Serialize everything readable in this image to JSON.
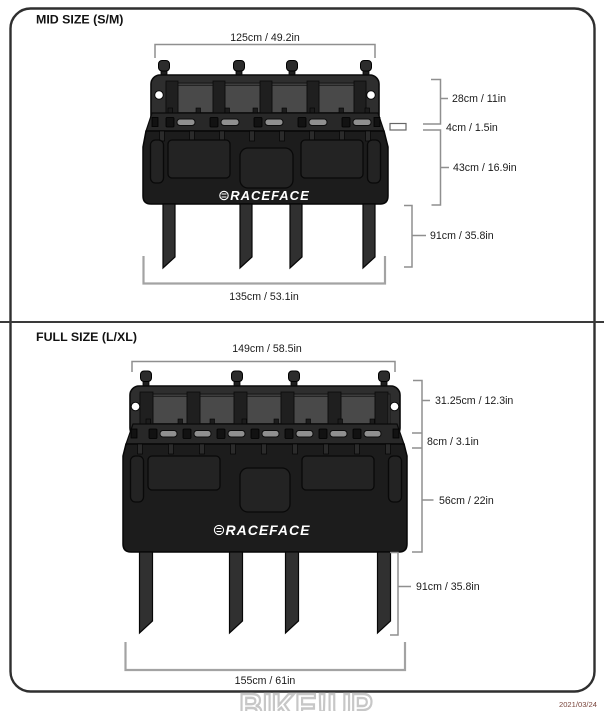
{
  "document": {
    "watermark": "BIKE!UP",
    "date": "2021/03/24"
  },
  "sections": [
    {
      "title": "MID SIZE (S/M)",
      "brand": "RACEFACE",
      "dims": {
        "top_width": "125cm / 49.2in",
        "upper_section_height": "28cm / 11in",
        "gap_height": "4cm / 1.5in",
        "apron_height": "43cm / 16.9in",
        "strap_length": "91cm / 35.8in",
        "bottom_width": "135cm / 53.1in"
      }
    },
    {
      "title": "FULL SIZE (L/XL)",
      "brand": "RACEFACE",
      "dims": {
        "top_width": "149cm / 58.5in",
        "upper_section_height": "31.25cm / 12.3in",
        "gap_height": "8cm / 3.1in",
        "apron_height": "56cm / 22in",
        "strap_length": "91cm / 35.8in",
        "bottom_width": "155cm / 61in"
      }
    }
  ]
}
